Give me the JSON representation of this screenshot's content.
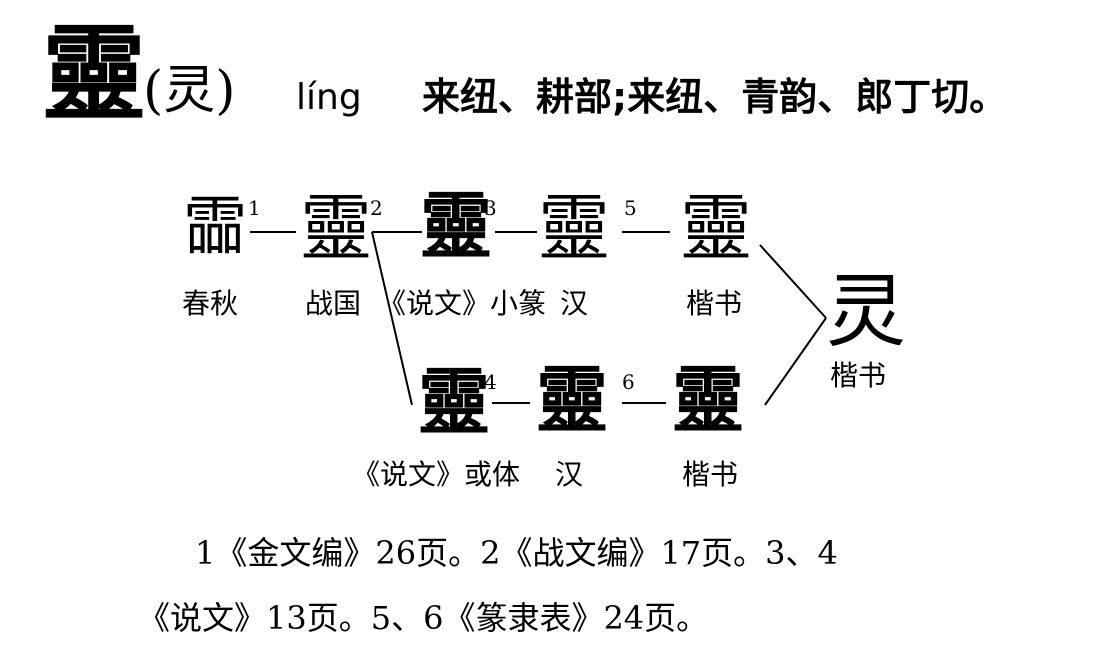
{
  "header": {
    "character": "靈",
    "simplified": "(灵)",
    "pinyin": "líng",
    "sound_notes": "来纽、耕部;来纽、青韵、郎丁切。"
  },
  "diagram": {
    "nodes": [
      {
        "id": "n1",
        "glyph": "霝",
        "index": "1",
        "label": "春秋"
      },
      {
        "id": "n2",
        "glyph": "靈",
        "index": "2",
        "label": "战国"
      },
      {
        "id": "n3",
        "glyph": "靈",
        "index": "3",
        "label": "《说文》小篆"
      },
      {
        "id": "n3b",
        "glyph": "靈",
        "index": "",
        "label": "汉"
      },
      {
        "id": "n5",
        "glyph": "靈",
        "index": "5",
        "label": "楷书"
      },
      {
        "id": "n4",
        "glyph": "靈",
        "index": "4",
        "label": "《说文》或体"
      },
      {
        "id": "n4b",
        "glyph": "靈",
        "index": "",
        "label": "汉"
      },
      {
        "id": "n6",
        "glyph": "靈",
        "index": "6",
        "label": "楷书"
      },
      {
        "id": "nf",
        "glyph": "灵",
        "index": "",
        "label": "楷书"
      }
    ]
  },
  "notes": {
    "line1": "1《金文编》26页。2《战文编》17页。3、4",
    "line2": "《说文》13页。5、6《篆隶表》24页。"
  }
}
